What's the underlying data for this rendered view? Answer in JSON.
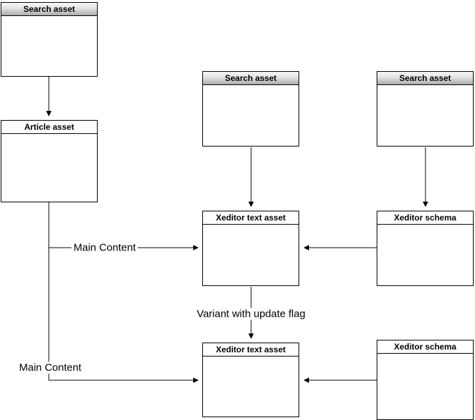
{
  "diagram": {
    "nodes": [
      {
        "label": "Search asset",
        "header_style": "gray"
      },
      {
        "label": "Article asset",
        "header_style": "white"
      },
      {
        "label": "Search asset",
        "header_style": "gray"
      },
      {
        "label": "Search asset",
        "header_style": "gray"
      },
      {
        "label": "Xeditor text asset",
        "header_style": "white"
      },
      {
        "label": "Xeditor schema",
        "header_style": "white"
      },
      {
        "label": "Xeditor text asset",
        "header_style": "white"
      },
      {
        "label": "Xeditor schema",
        "header_style": "white"
      }
    ],
    "edge_labels": [
      {
        "text": "Main Content"
      },
      {
        "text": "Variant with update flag"
      },
      {
        "text": "Main Content"
      }
    ],
    "colors": {
      "border": "#000000",
      "background": "#ffffff",
      "header_gradient_top": "#f8f8f8",
      "header_gradient_bottom": "#ababab"
    }
  }
}
